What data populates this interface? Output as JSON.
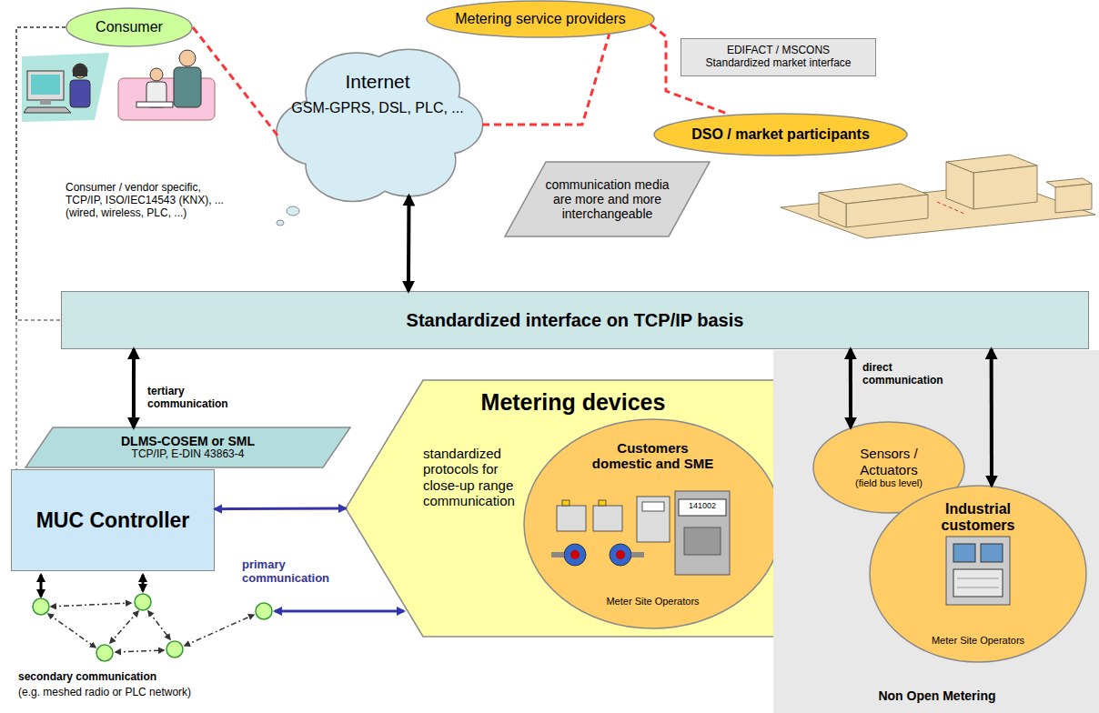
{
  "diagram": {
    "nodes": [
      {
        "text": [
          "Consumer"
        ]
      },
      {
        "text": [
          "Metering service providers"
        ]
      },
      {
        "text": [
          "Internet",
          "GSM-GPRS, DSL, PLC, ..."
        ]
      },
      {
        "text": [
          "EDIFACT / MSCONS Standardized market interface"
        ]
      },
      {
        "text": [
          "DSO / market participants"
        ]
      },
      {
        "text": [
          "communication media are more and more interchangeable"
        ]
      },
      {
        "text": [
          "Standardized interface on TCP/IP basis"
        ]
      },
      {
        "text": [
          "DLMS-COSEM or SML",
          "TCP/IP, E-DIN 43863-4"
        ]
      },
      {
        "text": [
          "MUC Controller"
        ]
      },
      {
        "text": [
          "Metering devices",
          "standardized protocols for close-up range communication"
        ]
      },
      {
        "text": [
          "Customers domestic and SME",
          "Meter Site Operators"
        ],
        "in": 9
      },
      {
        "text": [
          "Non Open Metering"
        ]
      },
      {
        "text": [
          "Sensors / Actuators",
          "(field bus level)"
        ],
        "in": 11
      },
      {
        "text": [
          "Industrial customers",
          "Meter Site Operators"
        ],
        "in": 11
      }
    ],
    "edges": [
      {
        "from": 0,
        "to": 2,
        "arrow": "none"
      },
      {
        "from": 2,
        "to": 1,
        "arrow": "none"
      },
      {
        "from": 1,
        "to": 4,
        "arrow": "none"
      },
      {
        "from": 2,
        "to": 6,
        "arrow": "both"
      },
      {
        "from": 6,
        "to": 7,
        "arrow": "both"
      },
      {
        "from": 8,
        "to": 9,
        "arrow": "both"
      },
      {
        "from": 6,
        "to": 12,
        "arrow": "both"
      },
      {
        "from": 6,
        "to": 13,
        "arrow": "both"
      },
      {
        "from": 0,
        "to": 8,
        "arrow": "none"
      },
      {
        "from": 0,
        "to": 6,
        "arrow": "none"
      }
    ],
    "labels": [
      "Consumer / vendor specific, TCP/IP, ISO/IEC14543 (KNX), ... (wired, wireless, PLC, ...)",
      "tertiary communication",
      "primary communication",
      "direct communication",
      "secondary communication",
      "(e.g. meshed radio or PLC network)",
      "141002"
    ]
  }
}
